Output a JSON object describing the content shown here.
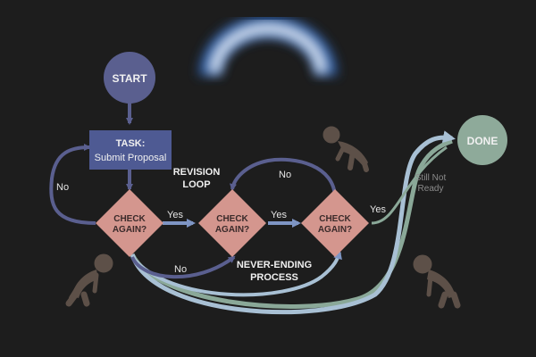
{
  "colors": {
    "background": "#1d1d1d",
    "start_node": "#5a5f8f",
    "task_box": "#4e5a93",
    "check_diamond": "#d4968e",
    "done_node": "#8eaa9a",
    "flow_line": "#5a5f8f",
    "long_path_light": "#a8c0d4",
    "long_path_green": "#8aa898",
    "figure": "#5d5048",
    "label_light": "#f0f0f0",
    "label_muted": "#8b8b8b",
    "diamond_text": "#3a2a2a"
  },
  "nodes": {
    "start": "START",
    "task_line1": "TASK:",
    "task_line2": "Submit Proposal",
    "check1_line1": "CHECK",
    "check1_line2": "AGAIN?",
    "check2_line1": "CHECK",
    "check2_line2": "AGAIN?",
    "check3_line1": "CHECK",
    "check3_line2": "AGAIN?",
    "done": "DONE"
  },
  "edge_labels": {
    "no_left": "No",
    "yes_1": "Yes",
    "yes_2": "Yes",
    "yes_3": "Yes",
    "no_top": "No",
    "no_bottom": "No"
  },
  "annotations": {
    "revision_loop_line1": "REVISION",
    "revision_loop_line2": "LOOP",
    "never_ending_line1": "NEVER-ENDING",
    "never_ending_line2": "PROCESS",
    "still_not_line1": "Still Not",
    "still_not_line2": "Ready"
  },
  "figures": [
    "stooped-person-icon",
    "stooped-person-icon",
    "stooped-person-icon"
  ]
}
